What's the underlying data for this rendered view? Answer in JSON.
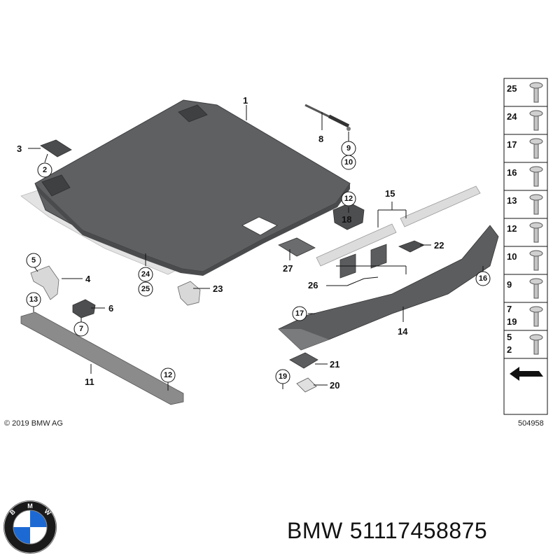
{
  "copyright": "© 2019 BMW AG",
  "diagram_number": "504958",
  "brand": "BMW",
  "part_number": "51117458875",
  "callouts": {
    "c1": "1",
    "c3": "3",
    "c4": "4",
    "c6": "6",
    "c8": "8",
    "c11": "11",
    "c14": "14",
    "c15": "15",
    "c18": "18",
    "c20": "20",
    "c21": "21",
    "c22": "22",
    "c23": "23",
    "c26": "26",
    "c27": "27"
  },
  "circled": {
    "c2": "2",
    "c5": "5",
    "c7": "7",
    "c9": "9",
    "c10": "10",
    "c12a": "12",
    "c12b": "12",
    "c13": "13",
    "c16": "16",
    "c17": "17",
    "c19": "19",
    "c24": "24",
    "c25": "25"
  },
  "fasteners": [
    {
      "labels": [
        "25"
      ]
    },
    {
      "labels": [
        "24"
      ]
    },
    {
      "labels": [
        "17"
      ]
    },
    {
      "labels": [
        "16"
      ]
    },
    {
      "labels": [
        "13"
      ]
    },
    {
      "labels": [
        "12"
      ]
    },
    {
      "labels": [
        "10"
      ]
    },
    {
      "labels": [
        "9"
      ]
    },
    {
      "labels": [
        "7",
        "19"
      ]
    },
    {
      "labels": [
        "5",
        "2"
      ]
    }
  ],
  "colors": {
    "panel": "#5f6062",
    "panel_dark": "#4a4b4d",
    "trim_light": "#c9c9c9",
    "strip": "#8b8b8b"
  }
}
